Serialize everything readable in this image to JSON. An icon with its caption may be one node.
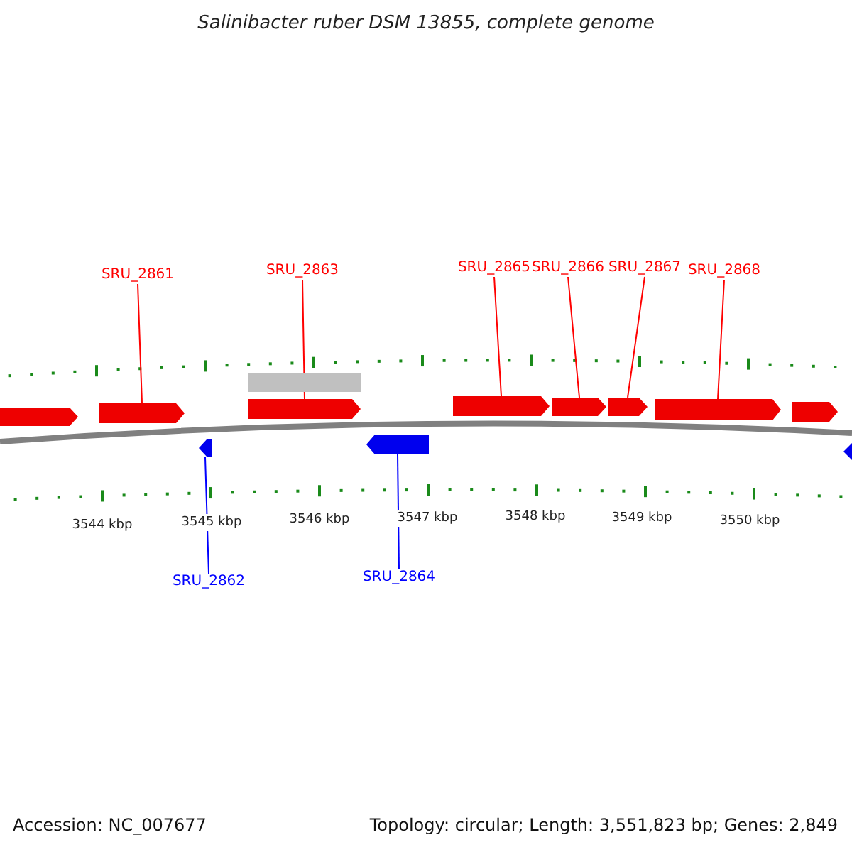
{
  "diagram": {
    "title": "Salinibacter ruber DSM 13855, complete genome",
    "nodes": [
      {
        "text": [
          "SRU_2861"
        ]
      },
      {
        "text": [
          "SRU_2863"
        ]
      },
      {
        "text": [
          "SRU_2865"
        ]
      },
      {
        "text": [
          "SRU_2866"
        ]
      },
      {
        "text": [
          "SRU_2867"
        ]
      },
      {
        "text": [
          "SRU_2868"
        ]
      },
      {
        "text": [],
        "shape": "bar"
      },
      {
        "text": [],
        "shape": "arrow"
      },
      {
        "text": [],
        "shape": "arrow"
      },
      {
        "text": [],
        "shape": "arrow"
      },
      {
        "text": [],
        "shape": "arrow"
      },
      {
        "text": [],
        "shape": "arrow"
      },
      {
        "text": [],
        "shape": "arrow"
      },
      {
        "text": [],
        "shape": "arrow"
      },
      {
        "text": [],
        "shape": "arrow"
      },
      {
        "text": [],
        "shape": "arrow"
      },
      {
        "text": [],
        "shape": "arrow"
      },
      {
        "text": [],
        "shape": "arrow"
      },
      {
        "text": [
          "SRU_2862"
        ]
      },
      {
        "text": [
          "SRU_2864"
        ]
      }
    ],
    "edges": [
      {
        "from": 0,
        "to": 8,
        "arrow": "none"
      },
      {
        "from": 1,
        "to": 9,
        "arrow": "none"
      },
      {
        "from": 2,
        "to": 10,
        "arrow": "none"
      },
      {
        "from": 3,
        "to": 11,
        "arrow": "none"
      },
      {
        "from": 4,
        "to": 12,
        "arrow": "none"
      },
      {
        "from": 5,
        "to": 13,
        "arrow": "none"
      },
      {
        "from": 18,
        "to": 15,
        "arrow": "none",
        "color": "#0000ff"
      },
      {
        "from": 19,
        "to": 16,
        "arrow": "none",
        "color": "#0000ff"
      }
    ],
    "labels": [
      "3544 kbp",
      "3545 kbp",
      "3546 kbp",
      "3547 kbp",
      "3548 kbp",
      "3549 kbp",
      "3550 kbp",
      "Accession: NC_007677",
      "Topology: circular; Length: 3,551,823 bp; Genes: 2,849"
    ]
  }
}
